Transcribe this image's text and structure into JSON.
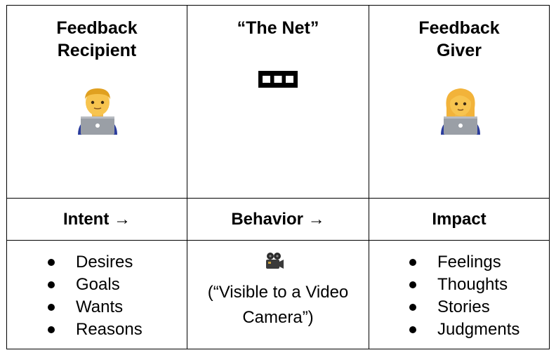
{
  "header_row": {
    "recipient": {
      "line1": "Feedback",
      "line2": "Recipient",
      "icon": "man-technologist-icon"
    },
    "net": {
      "title": "“The Net”",
      "icon": "net-icon"
    },
    "giver": {
      "line1": "Feedback",
      "line2": "Giver",
      "icon": "woman-technologist-icon"
    }
  },
  "middle_row": {
    "intent": "Intent →",
    "behavior": "Behavior →",
    "impact": "Impact"
  },
  "bottom_row": {
    "intent_items": [
      "Desires",
      "Goals",
      "Wants",
      "Reasons"
    ],
    "behavior": {
      "icon": "movie-camera-icon",
      "line1": "(“Visible to a Video",
      "line2": "Camera”)"
    },
    "impact_items": [
      "Feelings",
      "Thoughts",
      "Stories",
      "Judgments"
    ]
  },
  "colors": {
    "skin": "#f7c44f",
    "hair_man": "#e0a020",
    "shirt": "#2a3c9c",
    "laptop": "#9a9fa6",
    "border": "#000000"
  }
}
